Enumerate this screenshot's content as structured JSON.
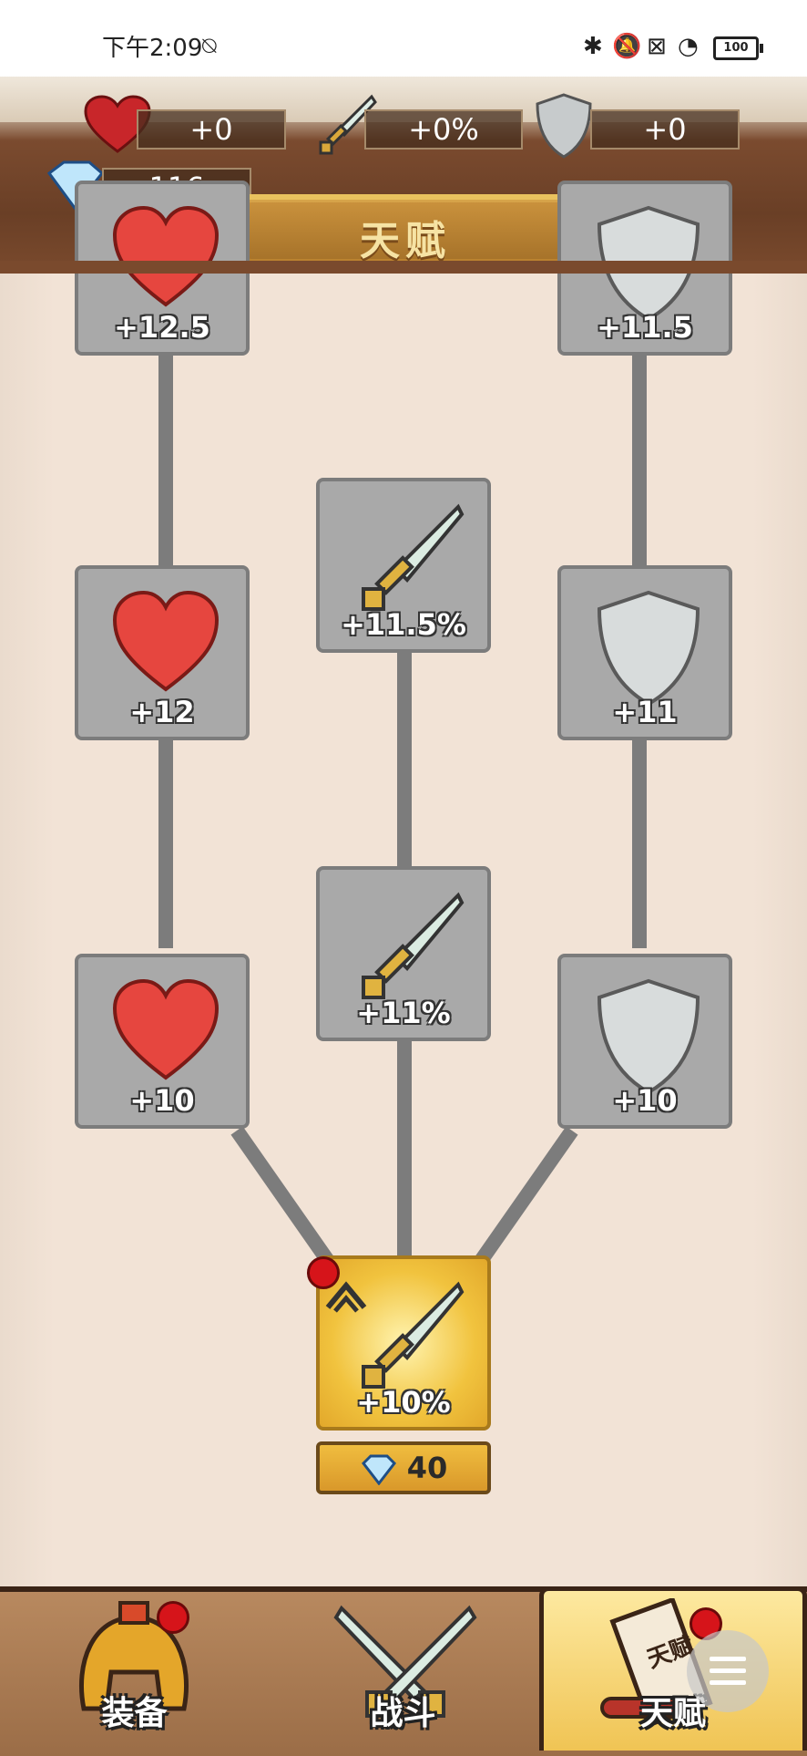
{
  "status": {
    "time": "下午2:09",
    "battery": "100"
  },
  "header": {
    "hp_bonus": "+0",
    "atk_bonus": "+0%",
    "def_bonus": "+0",
    "gems": "116",
    "title": "天赋"
  },
  "tree": {
    "nodes": [
      {
        "label": "+12.5",
        "icon": "heart-icon"
      },
      {
        "label": "+11.5",
        "icon": "shield-icon"
      },
      {
        "label": "+11.5%",
        "icon": "sword-icon"
      },
      {
        "label": "+12",
        "icon": "heart-icon"
      },
      {
        "label": "+11",
        "icon": "shield-icon"
      },
      {
        "label": "+11%",
        "icon": "sword-icon"
      },
      {
        "label": "+10",
        "icon": "heart-icon"
      },
      {
        "label": "+10",
        "icon": "shield-icon"
      },
      {
        "label": "+10%",
        "icon": "sword-icon"
      }
    ],
    "cost": "40"
  },
  "nav": {
    "tabs": [
      {
        "label": "装备"
      },
      {
        "label": "战斗"
      },
      {
        "label": "天赋"
      }
    ],
    "scroll_label": "天赋"
  },
  "colors": {
    "accent": "#f0c454",
    "node": "#a9a9a9",
    "badge": "#d6141a"
  }
}
